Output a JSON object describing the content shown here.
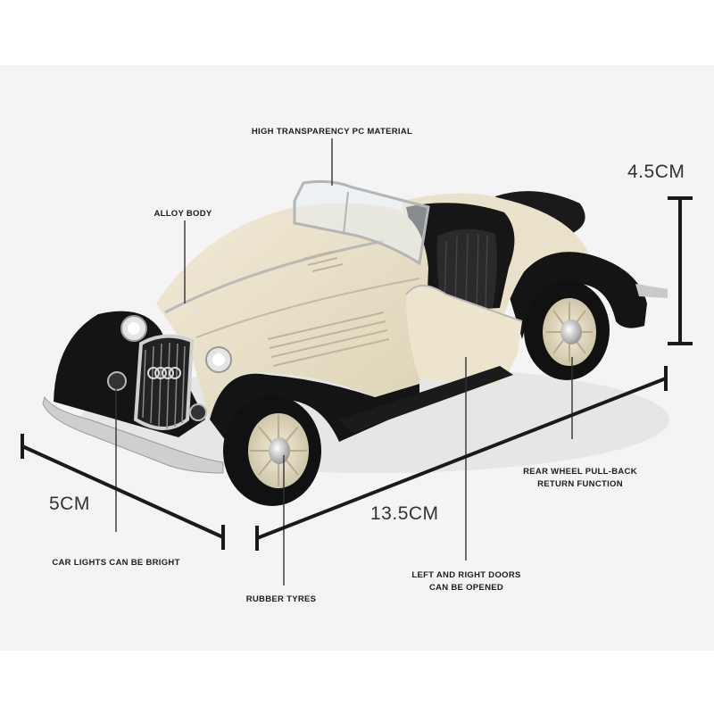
{
  "callouts": {
    "pc_material": "HIGH TRANSPARENCY PC MATERIAL",
    "alloy_body": "ALLOY BODY",
    "rear_wheel_line1": "REAR WHEEL PULL-BACK",
    "rear_wheel_line2": "RETURN FUNCTION",
    "car_lights": "CAR LIGHTS CAN BE BRIGHT",
    "rubber_tyres": "RUBBER TYRES",
    "doors_line1": "LEFT AND RIGHT DOORS",
    "doors_line2": "CAN BE OPENED"
  },
  "dimensions": {
    "height": "4.5CM",
    "width": "5CM",
    "length": "13.5CM"
  },
  "colors": {
    "body_cream": "#e9e1c9",
    "fender_black": "#141414",
    "chrome": "#c9c9c9",
    "background": "#f4f4f4"
  }
}
